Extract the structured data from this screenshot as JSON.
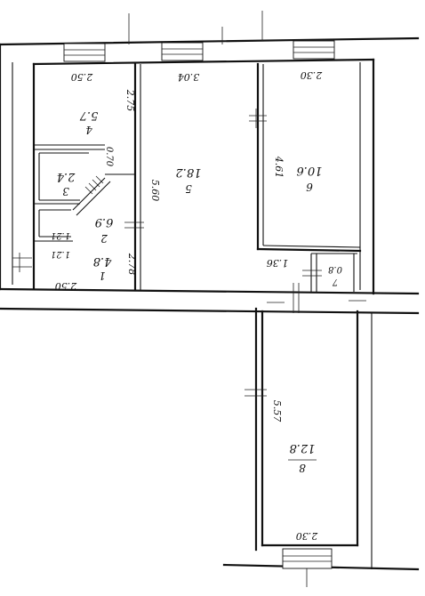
{
  "rooms": [
    {
      "number": "4",
      "area": "5.7"
    },
    {
      "number": "3",
      "area": "2.4"
    },
    {
      "number": "2",
      "area": "6.9"
    },
    {
      "number": "1",
      "area": "4.8"
    },
    {
      "number": "5",
      "area": "18.2"
    },
    {
      "number": "6",
      "area": "10.6"
    },
    {
      "number": "7",
      "area": "0.8"
    },
    {
      "number": "8",
      "area": "12.8"
    }
  ],
  "dimensions": {
    "room4_width": "2.50",
    "room4_depth": "2.75",
    "room1_width": "2.50",
    "room1_depth": "2.78",
    "corridor_width": "0.70",
    "bath_width": "1.21",
    "wc_width": "1.21",
    "room5_width": "3.04",
    "room5_depth": "5.60",
    "room6_width": "2.30",
    "room6_depth": "4.61",
    "closet_width": "1.36",
    "room8_depth": "5.57",
    "room8_width": "2.30"
  }
}
